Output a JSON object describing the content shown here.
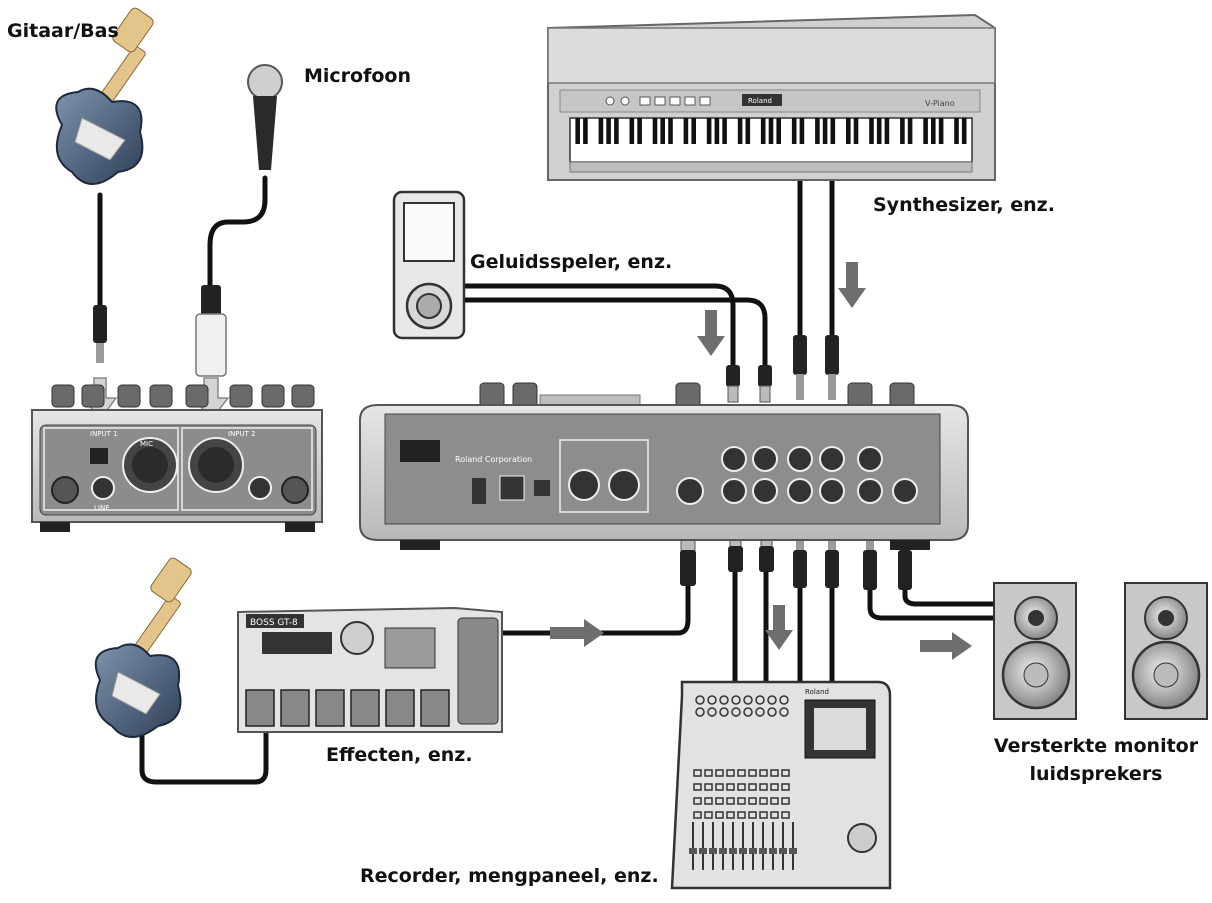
{
  "labels": {
    "guitar_bass": "Gitaar/Bas",
    "microphone": "Microfoon",
    "synthesizer": "Synthesizer, enz.",
    "sound_player": "Geluidsspeler, enz.",
    "effects": "Effecten, enz.",
    "recorder_mixer": "Recorder, mengpaneel, enz.",
    "monitor_line1": "Versterkte monitor",
    "monitor_line2": "luidsprekers"
  },
  "device_text": {
    "keyboard_brand": "Roland",
    "keyboard_model": "V-Piano",
    "interface_brand": "Roland Corporation",
    "effects_brand": "BOSS GT-8",
    "preamp_input1": "INPUT 1",
    "preamp_input2": "INPUT 2",
    "preamp_mic": "MIC",
    "preamp_line": "LINE",
    "recorder_brand": "Roland"
  },
  "colors": {
    "cable": "#111111",
    "arrow": "#6e6e6e",
    "device_body": "#d9d9d9",
    "panel_dark": "#8a8a8a",
    "guitar_body": "#3a4d66"
  }
}
